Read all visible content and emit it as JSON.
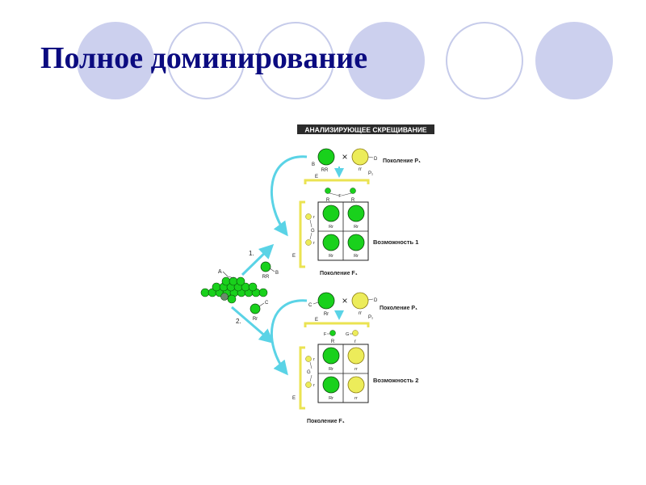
{
  "slide": {
    "title": "Полное доминирование",
    "colors": {
      "title": "#0b0b80",
      "decor_filled": "#ccd0ee",
      "decor_ring": "#c6cbea",
      "arrow": "#5ad3e6",
      "bracket": "#ebe352",
      "green_pea": "#19d11c",
      "yellow_pea": "#ecec5a"
    }
  },
  "diagram": {
    "header": "АНАЛИЗИРУЮЩЕЕ СКРЕЩИВАНИЕ",
    "heap": {
      "label_a": "A",
      "label_b": "B",
      "label_c": "C",
      "genotype_rr": "RR",
      "genotype_rr_small": "Rr"
    },
    "path_labels": {
      "one": "1.",
      "two": "2."
    },
    "cross1": {
      "parent_label": "Поколение P₁",
      "p1_small": "P₁",
      "cross_sign": "×",
      "parent1_genotype": "RR",
      "parent2_genotype": "rr",
      "label_b": "B",
      "label_d": "D",
      "label_e": "E",
      "label_f": "F",
      "label_g": "G",
      "gamete_top": [
        "R",
        "R"
      ],
      "gamete_side": [
        "r",
        "r"
      ],
      "cells": [
        "Rr",
        "Rr",
        "Rr",
        "Rr"
      ],
      "possibility_label": "Возможность 1",
      "generation_label": "Поколение F₁"
    },
    "cross2": {
      "parent_label": "Поколение P₁",
      "p1_small": "P₁",
      "cross_sign": "×",
      "parent1_genotype": "Rr",
      "parent2_genotype": "rr",
      "label_c": "C",
      "label_d": "D",
      "label_e": "E",
      "label_f": "F",
      "label_g": "G",
      "gamete_top": [
        "R",
        "r"
      ],
      "gamete_side": [
        "r",
        "r"
      ],
      "cells": [
        "Rr",
        "rr",
        "Rr",
        "rr"
      ],
      "possibility_label": "Возможность 2",
      "generation_label": "Поколение F₁"
    }
  }
}
